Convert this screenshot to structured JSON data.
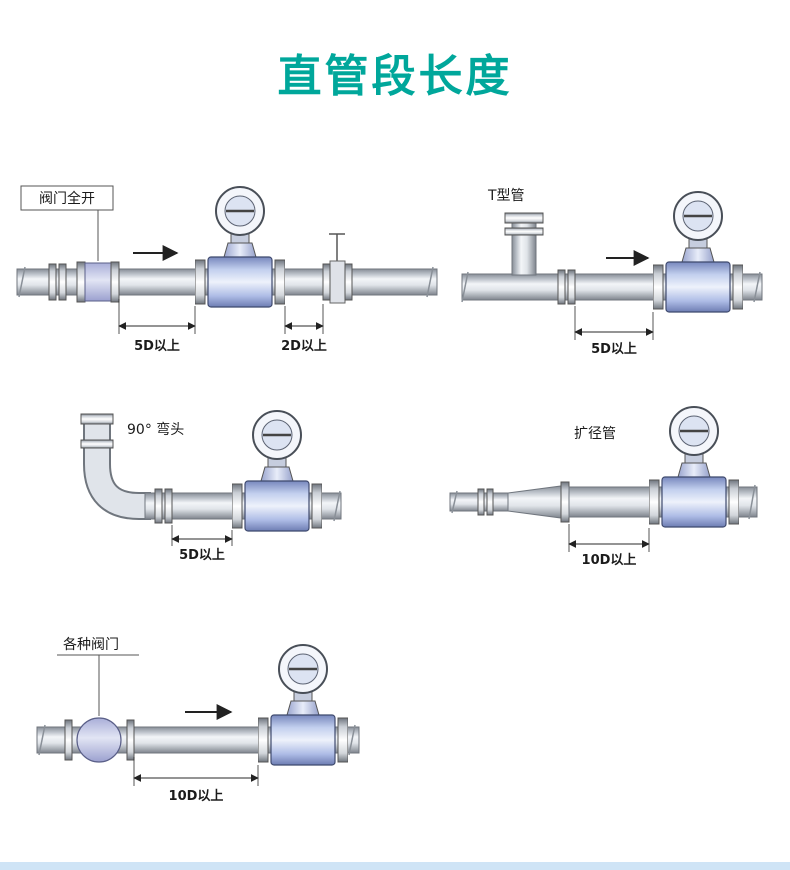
{
  "title": "直管段长度",
  "colors": {
    "title_teal": "#00a79b"
  },
  "diagrams": {
    "valve_open": {
      "label": "阀门全开",
      "dim_upstream": "5D以上",
      "dim_downstream": "2D以上"
    },
    "t_pipe": {
      "label": "T型管",
      "dim": "5D以上"
    },
    "elbow_90": {
      "label": "90° 弯头",
      "dim": "5D以上"
    },
    "expander": {
      "label": "扩径管",
      "dim": "10D以上"
    },
    "various_valves": {
      "label": "各种阀门",
      "dim": "10D以上"
    }
  }
}
